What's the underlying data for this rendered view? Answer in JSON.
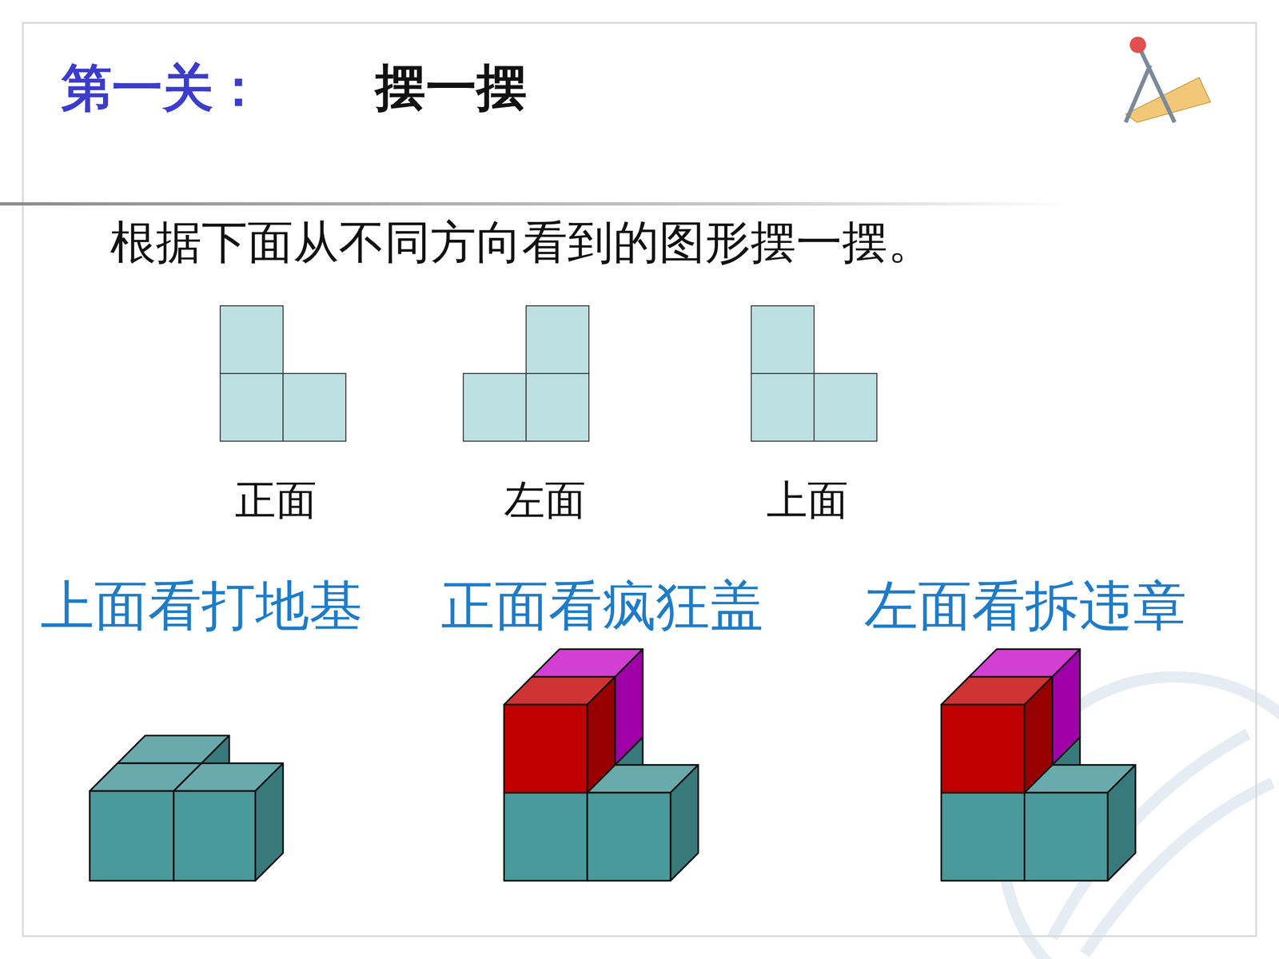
{
  "diagram": {
    "title": "第一关：",
    "labels": [
      "摆一摆",
      "根据下面从不同方向看到的图形摆一摆。",
      "正面",
      "左面",
      "上面",
      "上面看打地基",
      "正面看疯狂盖",
      "左面看拆违章"
    ]
  }
}
